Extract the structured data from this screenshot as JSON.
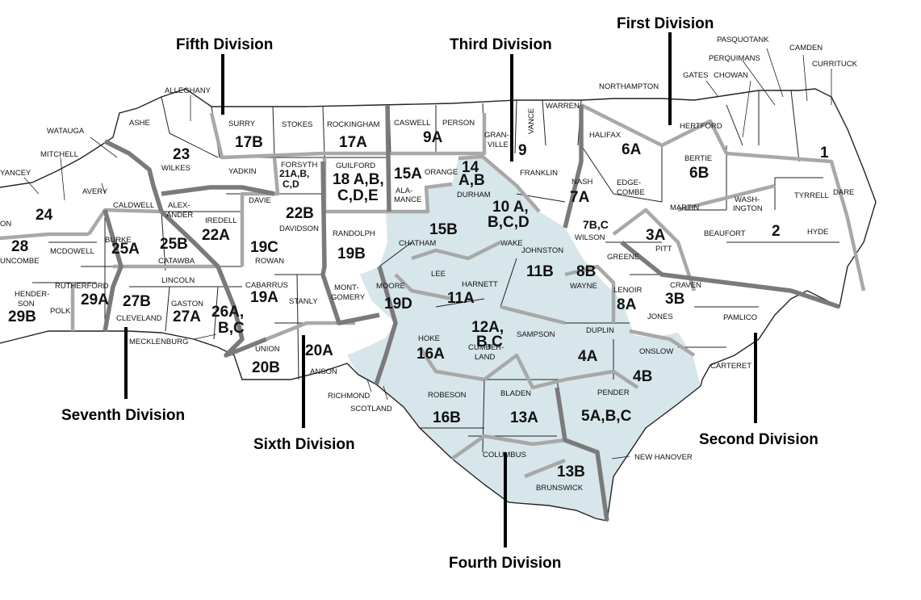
{
  "colors": {
    "background": "#ffffff",
    "fourth_division_fill": "#d6e6ea",
    "county_line": "#222222",
    "district_line": "#a8a8a8",
    "division_line": "#7a7a7a"
  },
  "divisions": {
    "first": "First Division",
    "second": "Second Division",
    "third": "Third Division",
    "fourth": "Fourth Division",
    "fifth": "Fifth Division",
    "sixth": "Sixth Division",
    "seventh": "Seventh Division"
  },
  "counties": {
    "alleghany": "ALLEGHANY",
    "ashe": "ASHE",
    "watauga": "WATAUGA",
    "mitchell": "MITCHELL",
    "yancey": "YANCEY",
    "avery": "AVERY",
    "caldwell": "CALDWELL",
    "wilkes": "WILKES",
    "surry": "SURRY",
    "stokes": "STOKES",
    "rockingham": "ROCKINGHAM",
    "caswell": "CASWELL",
    "person": "PERSON",
    "granville": "GRAN-\nVILLE",
    "vance": "VANCE",
    "warren": "WARREN",
    "northampton": "NORTHAMPTON",
    "gates": "GATES",
    "pasquotank": "PASQUOTANK",
    "perquimans": "PERQUIMANS",
    "chowan": "CHOWAN",
    "camden": "CAMDEN",
    "currituck": "CURRITUCK",
    "hertford": "HERTFORD",
    "bertie": "BERTIE",
    "halifax": "HALIFAX",
    "yadkin": "YADKIN",
    "forsyth": "FORSYTH",
    "guilford": "GUILFORD",
    "alamance": "ALA-\nMANCE",
    "orange": "ORANGE",
    "durham": "DURHAM",
    "franklin": "FRANKLIN",
    "nash": "NASH",
    "edgecombe": "EDGE-\nCOMBE",
    "martin": "MARTIN",
    "washington": "WASH-\nINGTON",
    "tyrrell": "TYRRELL",
    "dare": "DARE",
    "alexander": "ALEX-\nANDER",
    "iredell": "IREDELL",
    "davie": "DAVIE",
    "davidson": "DAVIDSON",
    "randolph": "RANDOLPH",
    "chatham": "CHATHAM",
    "wake": "WAKE",
    "johnston": "JOHNSTON",
    "wilson": "WILSON",
    "pitt": "PITT",
    "beaufort": "BEAUFORT",
    "hyde": "HYDE",
    "burke": "BURKE",
    "mcdowell": "MCDOWELL",
    "buncombe": "UNCOMBE",
    "catawba": "CATAWBA",
    "rowan": "ROWAN",
    "lincoln": "LINCOLN",
    "cabarrus": "CABARRUS",
    "stanly": "STANLY",
    "montgomery": "MONT-\nGOMERY",
    "moore": "MOORE",
    "lee": "LEE",
    "harnett": "HARNETT",
    "wayne": "WAYNE",
    "greene": "GREENE",
    "lenoir": "LENOIR",
    "craven": "CRAVEN",
    "jones": "JONES",
    "pamlico": "PAMLICO",
    "henderson": "HENDER-\nSON",
    "rutherford": "RUTHERFORD",
    "polk": "POLK",
    "cleveland": "CLEVELAND",
    "gaston": "GASTON",
    "mecklenburg": "MECKLENBURG",
    "union": "UNION",
    "anson": "ANSON",
    "richmond": "RICHMOND",
    "scotland": "SCOTLAND",
    "hoke": "HOKE",
    "cumberland": "CUMBER-\nLAND",
    "sampson": "SAMPSON",
    "duplin": "DUPLIN",
    "onslow": "ONSLOW",
    "carteret": "CARTERET",
    "robeson": "ROBESON",
    "bladen": "BLADEN",
    "pender": "PENDER",
    "columbus": "COLUMBUS",
    "brunswick": "BRUNSWICK",
    "new_hanover": "NEW HANOVER",
    "on_cut": "ON"
  },
  "districts": {
    "d1": "1",
    "d2": "2",
    "d3a": "3A",
    "d3b": "3B",
    "d4a": "4A",
    "d4b": "4B",
    "d5": "5A,B,C",
    "d6a": "6A",
    "d6b": "6B",
    "d7a": "7A",
    "d7bc": "7B,C",
    "d8a": "8A",
    "d8b": "8B",
    "d9": "9",
    "d9a": "9A",
    "d10": "10 A,\nB,C,D",
    "d11a": "11A",
    "d11b": "11B",
    "d12": "12A,\nB,C",
    "d13a": "13A",
    "d13b": "13B",
    "d14": "14\nA,B",
    "d15a": "15A",
    "d15b": "15B",
    "d16a": "16A",
    "d16b": "16B",
    "d17a": "17A",
    "d17b": "17B",
    "d18": "18 A,B,\nC,D,E",
    "d19a": "19A",
    "d19b": "19B",
    "d19c": "19C",
    "d19d": "19D",
    "d20a": "20A",
    "d20b": "20B",
    "d21": "21A,B,\nC,D",
    "d22a": "22A",
    "d22b": "22B",
    "d23": "23",
    "d24": "24",
    "d25a": "25A",
    "d25b": "25B",
    "d26": "26A,\nB,C",
    "d27a": "27A",
    "d27b": "27B",
    "d28": "28",
    "d29a": "29A",
    "d29b": "29B"
  }
}
